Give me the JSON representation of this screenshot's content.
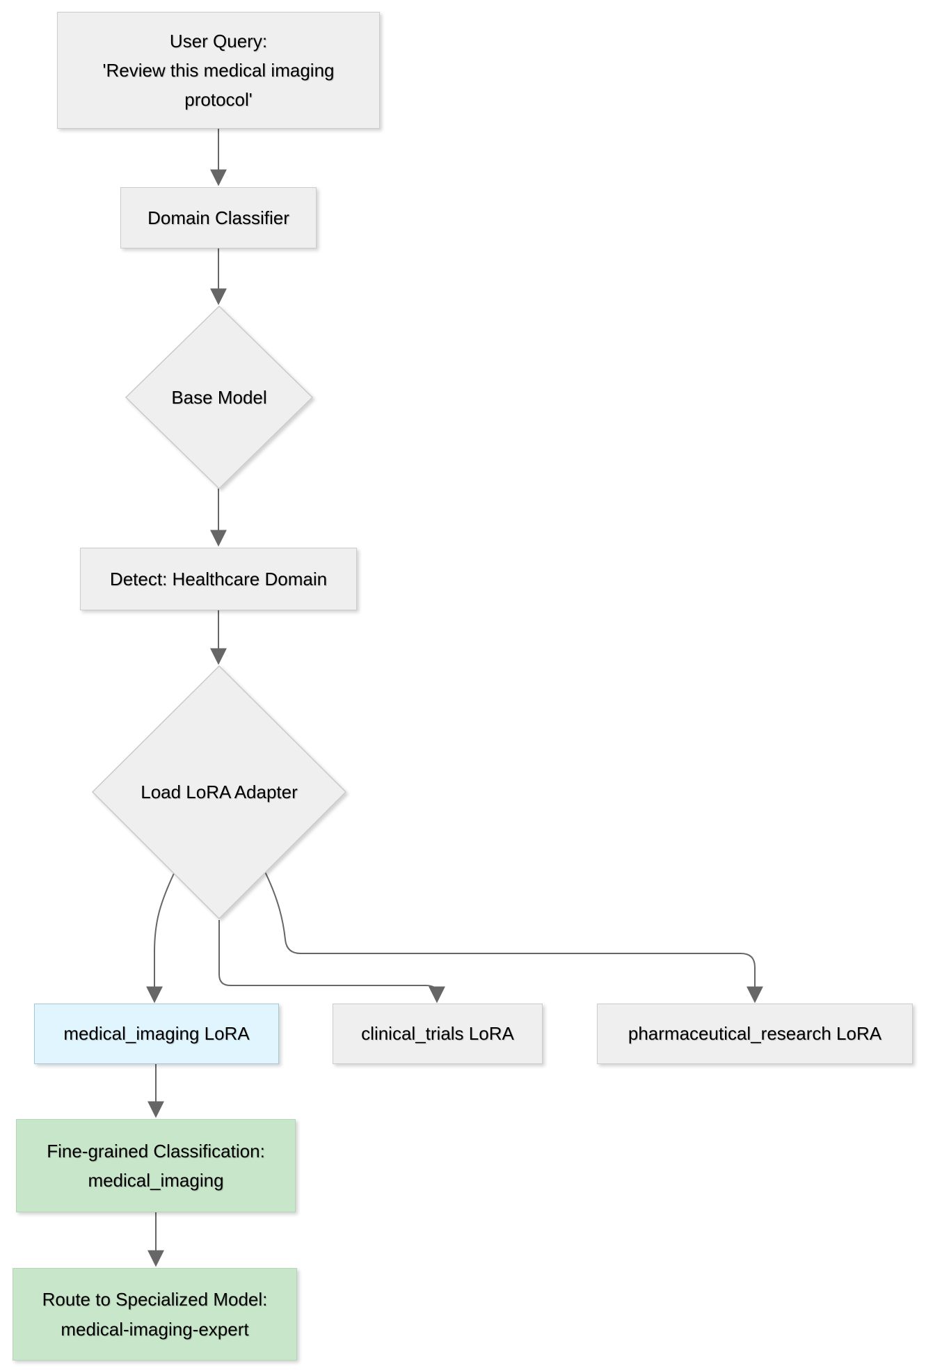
{
  "diagram": {
    "type": "flowchart",
    "direction": "top-down",
    "background": "#ffffff",
    "edge_color": "#666666",
    "text_color": "#000000",
    "nodes": {
      "user_query": {
        "label": "User Query:\n'Review this medical imaging\nprotocol'",
        "shape": "rectangle",
        "fill": "#efefef",
        "border": "#cccccc"
      },
      "domain_classifier": {
        "label": "Domain Classifier",
        "shape": "rectangle",
        "fill": "#efefef",
        "border": "#cccccc"
      },
      "base_model": {
        "label": "Base Model",
        "shape": "diamond",
        "fill": "#efefef",
        "border": "#c9c9c9"
      },
      "detect_healthcare": {
        "label": "Detect: Healthcare Domain",
        "shape": "rectangle",
        "fill": "#efefef",
        "border": "#cccccc"
      },
      "load_lora_adapter": {
        "label": "Load LoRA Adapter",
        "shape": "diamond",
        "fill": "#efefef",
        "border": "#c9c9c9"
      },
      "medical_imaging_lora": {
        "label": "medical_imaging LoRA",
        "shape": "rectangle",
        "fill": "#e1f5fe",
        "border": "#a4c8d8"
      },
      "clinical_trials_lora": {
        "label": "clinical_trials LoRA",
        "shape": "rectangle",
        "fill": "#efefef",
        "border": "#cccccc"
      },
      "pharmaceutical_research_lora": {
        "label": "pharmaceutical_research LoRA",
        "shape": "rectangle",
        "fill": "#efefef",
        "border": "#cccccc"
      },
      "fine_grained_classification": {
        "label": "Fine-grained Classification:\nmedical_imaging",
        "shape": "rectangle",
        "fill": "#c8e6c9",
        "border": "#b4d6b6"
      },
      "route_to_specialized_model": {
        "label": "Route to Specialized Model:\nmedical-imaging-expert",
        "shape": "rectangle",
        "fill": "#c8e6c9",
        "border": "#b4d6b6"
      }
    },
    "edges": [
      {
        "from": "user_query",
        "to": "domain_classifier"
      },
      {
        "from": "domain_classifier",
        "to": "base_model"
      },
      {
        "from": "base_model",
        "to": "detect_healthcare"
      },
      {
        "from": "detect_healthcare",
        "to": "load_lora_adapter"
      },
      {
        "from": "load_lora_adapter",
        "to": "medical_imaging_lora"
      },
      {
        "from": "load_lora_adapter",
        "to": "clinical_trials_lora"
      },
      {
        "from": "load_lora_adapter",
        "to": "pharmaceutical_research_lora"
      },
      {
        "from": "medical_imaging_lora",
        "to": "fine_grained_classification"
      },
      {
        "from": "fine_grained_classification",
        "to": "route_to_specialized_model"
      }
    ]
  }
}
